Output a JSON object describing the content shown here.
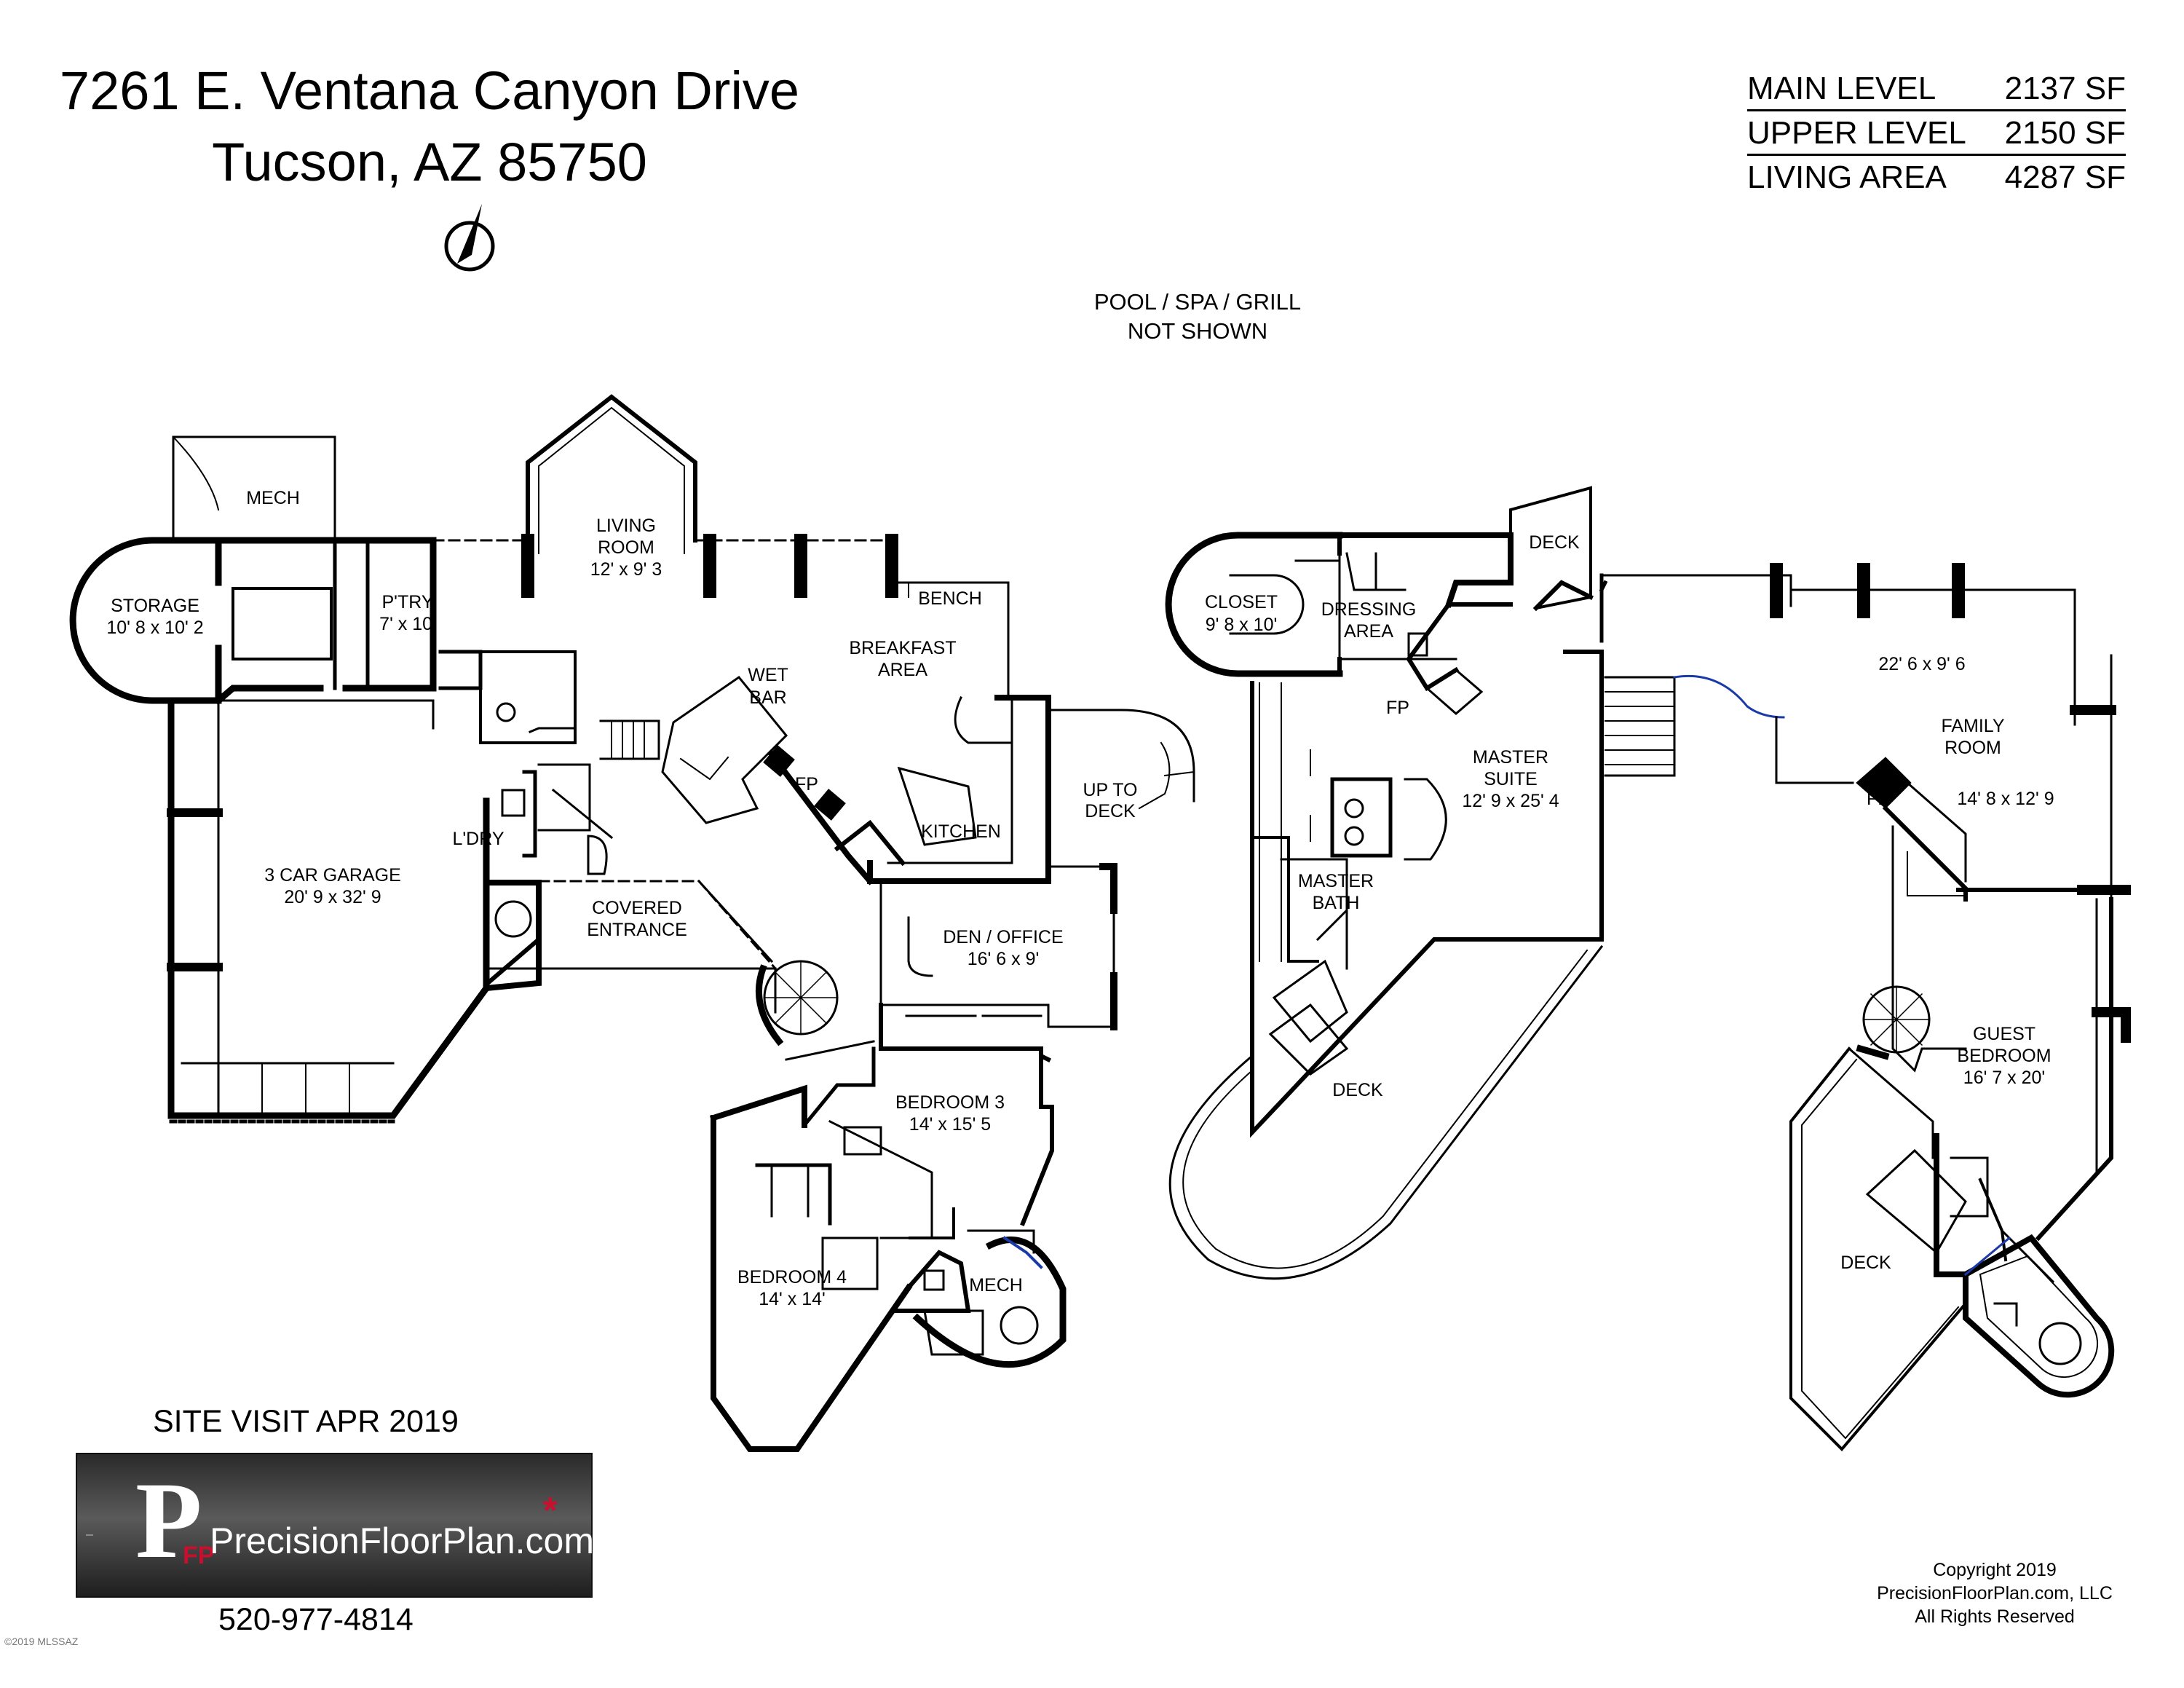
{
  "header": {
    "address_line1": "7261 E. Ventana Canyon Drive",
    "address_line2": "Tucson, AZ  85750"
  },
  "area_table": [
    {
      "label": "MAIN LEVEL",
      "value": "2137 SF"
    },
    {
      "label": "UPPER LEVEL",
      "value": "2150 SF"
    },
    {
      "label": "LIVING AREA",
      "value": "4287 SF"
    }
  ],
  "compass": {
    "icon": "north-arrow-icon"
  },
  "notes": {
    "pool_line1": "POOL / SPA / GRILL",
    "pool_line2": "NOT SHOWN"
  },
  "main_level": {
    "mech": "MECH",
    "storage_name": "STORAGE",
    "storage_size": "10' 8 x 10' 2",
    "pantry_name": "P'TRY",
    "pantry_size": "7' x 10'",
    "living_name1": "LIVING",
    "living_name2": "ROOM",
    "living_size": "12' x 9' 3",
    "bench": "BENCH",
    "breakfast1": "BREAKFAST",
    "breakfast2": "AREA",
    "wet1": "WET",
    "wet2": "BAR",
    "fp": "FP",
    "kitchen": "KITCHEN",
    "up_deck1": "UP TO",
    "up_deck2": "DECK",
    "laundry": "L'DRY",
    "garage_name": "3 CAR GARAGE",
    "garage_size": "20' 9 x 32' 9",
    "entrance1": "COVERED",
    "entrance2": "ENTRANCE",
    "den_name": "DEN / OFFICE",
    "den_size": "16' 6 x 9'",
    "bed3_name": "BEDROOM 3",
    "bed3_size": "14' x 15' 5",
    "bed4_name": "BEDROOM 4",
    "bed4_size": "14' x 14'",
    "mech2": "MECH"
  },
  "upper_level": {
    "closet_name": "CLOSET",
    "closet_size": "9' 8 x 10'",
    "dressing1": "DRESSING",
    "dressing2": "AREA",
    "fp_dress": "FP",
    "deck_top": "DECK",
    "master1": "MASTER",
    "master2": "SUITE",
    "master_size": "12' 9 x 25' 4",
    "mbath1": "MASTER",
    "mbath2": "BATH",
    "deck_master": "DECK",
    "family_size1": "22' 6 x 9' 6",
    "family1": "FAMILY",
    "family2": "ROOM",
    "family_size2": "14' 8 x 12' 9",
    "fp_family": "FP",
    "guest1": "GUEST",
    "guest2": "BEDROOM",
    "guest_size": "16' 7 x 20'",
    "deck_guest": "DECK"
  },
  "footer": {
    "site_visit": "SITE VISIT  APR 2019",
    "logo_pf": "P",
    "logo_fp": "FP",
    "logo_text": "PrecisionFloorPlan.com",
    "logo_star": "*",
    "phone": "520-977-4814",
    "copyright1": "Copyright 2019",
    "copyright2": "PrecisionFloorPlan.com, LLC",
    "copyright3": "All Rights Reserved",
    "mls": "©2019 MLSSAZ"
  }
}
